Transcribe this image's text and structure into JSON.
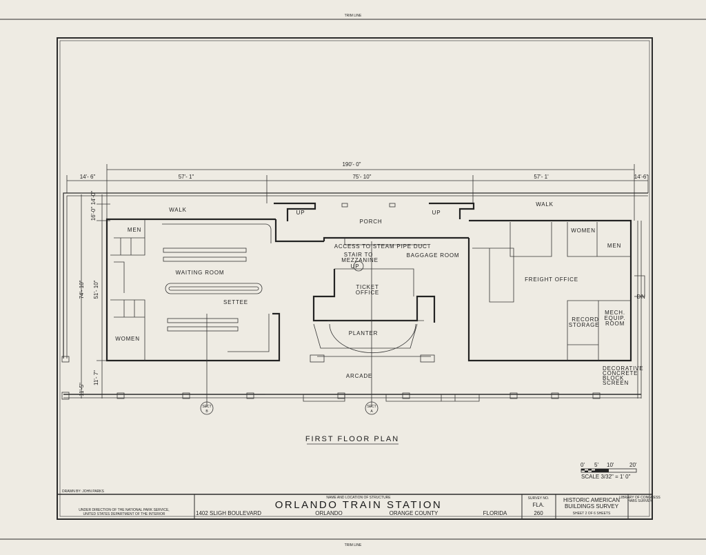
{
  "sheet": {
    "trim_line_top": "TRIM LINE",
    "trim_line_bottom": "TRIM LINE",
    "drawing_title": "FIRST FLOOR PLAN",
    "drawn_by": "DRAWN BY: JOHN PARKS",
    "scale_ticks": [
      "0'",
      "5'",
      "10'",
      "20'"
    ],
    "scale_label": "SCALE  3/32\" = 1' 0\""
  },
  "dimensions": {
    "overall": "190'- 0\"",
    "chain": [
      "14'- 6\"",
      "57'- 1\"",
      "75'- 10\"",
      "57'- 1'",
      "14'-6\""
    ],
    "vertical_total": "74'- 10\"",
    "vertical_main": "51'- 10\"",
    "vertical_walk_a": "16'-0\"",
    "vertical_walk_b": "14'-0\"",
    "vertical_arcade_a": "11'- 7\"",
    "vertical_arcade_b": "11'-5\""
  },
  "rooms": {
    "walk_left": "WALK",
    "walk_right": "WALK",
    "porch": "PORCH",
    "men_left": "MEN",
    "waiting_room": "WAITING ROOM",
    "settee": "SETTEE",
    "women_left": "WOMEN",
    "access_duct": "ACCESS TO STEAM PIPE DUCT",
    "stair_to": "STAIR TO",
    "mezzanine": "MEZZANINE",
    "up_center": "UP",
    "up_left_stair": "UP",
    "up_right_stair": "UP",
    "baggage_room": "BAGGAGE ROOM",
    "ticket": "TICKET",
    "office": "OFFICE",
    "planter": "PLANTER",
    "arcade": "ARCADE",
    "freight_office": "FREIGHT OFFICE",
    "women_right": "WOMEN",
    "men_right": "MEN",
    "record": "RECORD",
    "storage": "STORAGE",
    "mech": "MECH.",
    "equip": "EQUIP.",
    "room": "ROOM",
    "dn": "DN",
    "screen_lines": [
      "DECORATIVE",
      "CONCRETE",
      "BLOCK",
      "SCREEN"
    ],
    "sect_b": [
      "SECT",
      "B"
    ],
    "sect_a": [
      "SECT",
      "A"
    ]
  },
  "title_block": {
    "agency_line1": "UNDER DIRECTION OF THE NATIONAL PARK SERVICE,",
    "agency_line2": "UNITED STATES DEPARTMENT OF THE INTERIOR",
    "name_caption": "NAME AND LOCATION OF STRUCTURE",
    "structure_name": "ORLANDO TRAIN STATION",
    "address": "1402 SLIGH BOULEVARD",
    "city": "ORLANDO",
    "county": "ORANGE COUNTY",
    "state": "FLORIDA",
    "survey_caption": "SURVEY NO.",
    "survey_state": "FLA.",
    "survey_number": "260",
    "program_line1": "HISTORIC AMERICAN",
    "program_line2": "BUILDINGS SURVEY",
    "sheet_info": "SHEET 2 OF 6 SHEETS",
    "library_line1": "LIBRARY OF CONGRESS",
    "library_line2": "HABS SURVEY"
  }
}
